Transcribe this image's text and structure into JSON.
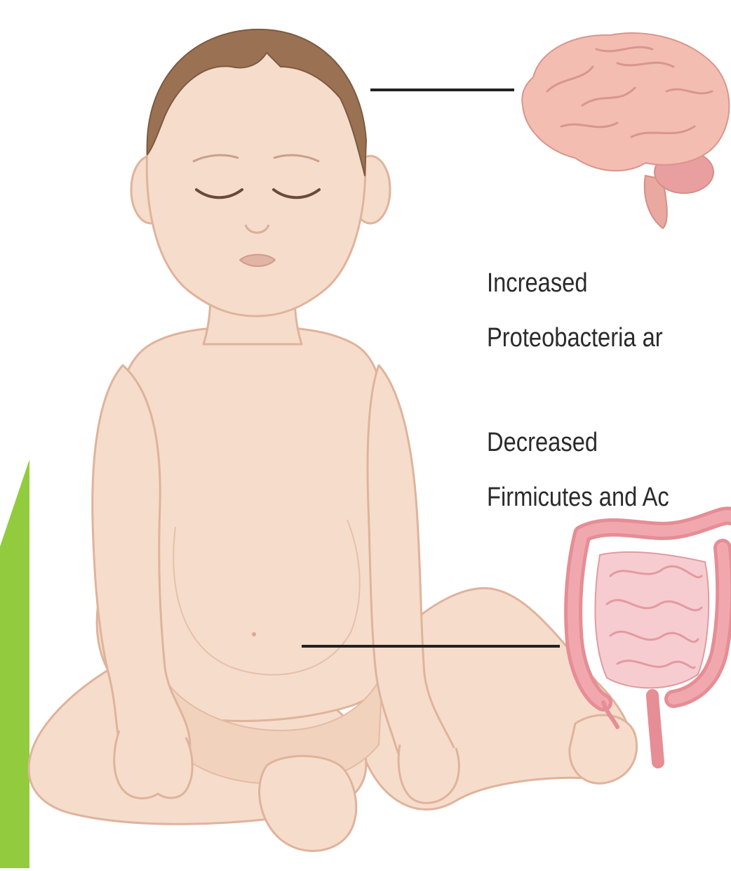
{
  "colors": {
    "accent_bar": "#92cc3e",
    "skin": "#f6dccb",
    "skin_outline": "#dfb39c",
    "hair": "#9a7152",
    "brain": "#f0b7ab",
    "intestine": "#ea9aa1",
    "connector_line": "#222222"
  },
  "icons": {
    "baby": "baby-illustration",
    "brain": "brain-icon",
    "intestine": "intestine-icon"
  },
  "annotations": {
    "increased": {
      "heading": "Increased",
      "detail": "Proteobacteria ar"
    },
    "decreased": {
      "heading": "Decreased",
      "detail": "Firmicutes and Ac"
    }
  }
}
